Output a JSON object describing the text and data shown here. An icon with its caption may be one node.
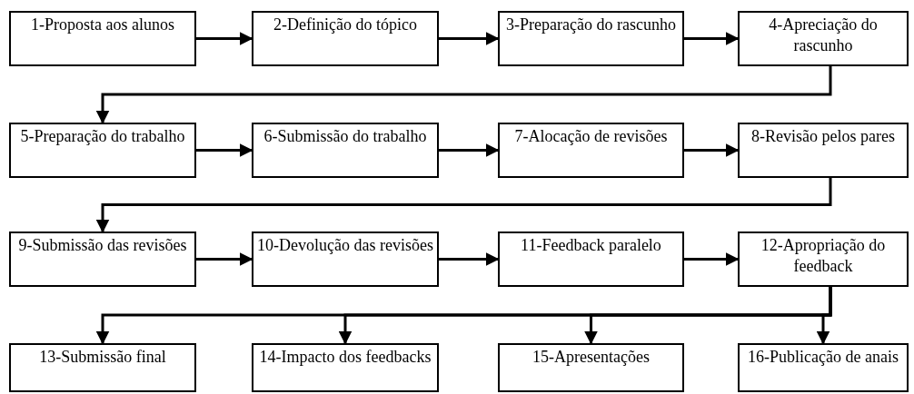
{
  "diagram": {
    "nodes": [
      {
        "text": [
          "1-Proposta aos alunos"
        ]
      },
      {
        "text": [
          "2-Definição do tópico"
        ]
      },
      {
        "text": [
          "3-Preparação do rascunho"
        ]
      },
      {
        "text": [
          "4-Apreciação do rascunho"
        ]
      },
      {
        "text": [
          "5-Preparação do trabalho"
        ]
      },
      {
        "text": [
          "6-Submissão do trabalho"
        ]
      },
      {
        "text": [
          "7-Alocação de revisões"
        ]
      },
      {
        "text": [
          "8-Revisão pelos pares"
        ]
      },
      {
        "text": [
          "9-Submissão das revisões"
        ]
      },
      {
        "text": [
          "10-Devolução das revisões"
        ]
      },
      {
        "text": [
          "11-Feedback paralelo"
        ]
      },
      {
        "text": [
          "12-Apropriação do feedback"
        ]
      },
      {
        "text": [
          "13-Submissão final"
        ]
      },
      {
        "text": [
          "14-Impacto dos feedbacks"
        ]
      },
      {
        "text": [
          "15-Apresentações"
        ]
      },
      {
        "text": [
          "16-Publicação de anais"
        ]
      }
    ],
    "edges": [
      {
        "from": 0,
        "to": 1,
        "arrow": "to"
      },
      {
        "from": 1,
        "to": 2,
        "arrow": "to"
      },
      {
        "from": 2,
        "to": 3,
        "arrow": "to"
      },
      {
        "from": 3,
        "to": 4,
        "arrow": "to"
      },
      {
        "from": 4,
        "to": 5,
        "arrow": "to"
      },
      {
        "from": 5,
        "to": 6,
        "arrow": "to"
      },
      {
        "from": 6,
        "to": 7,
        "arrow": "to"
      },
      {
        "from": 7,
        "to": 8,
        "arrow": "to"
      },
      {
        "from": 8,
        "to": 9,
        "arrow": "to"
      },
      {
        "from": 9,
        "to": 10,
        "arrow": "to"
      },
      {
        "from": 10,
        "to": 11,
        "arrow": "to"
      },
      {
        "from": 11,
        "to": 12,
        "arrow": "to"
      },
      {
        "from": 11,
        "to": 13,
        "arrow": "to"
      },
      {
        "from": 11,
        "to": 14,
        "arrow": "to"
      },
      {
        "from": 11,
        "to": 15,
        "arrow": "to"
      }
    ]
  }
}
